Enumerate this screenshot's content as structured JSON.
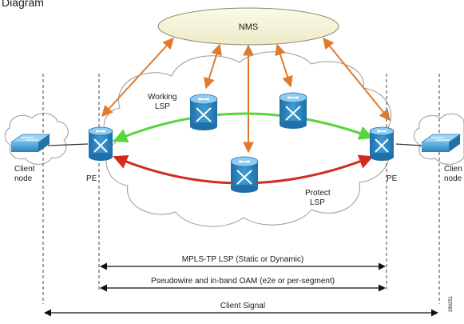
{
  "caption_fragment": "Diagram",
  "nms": {
    "label": "NMS"
  },
  "client_left": {
    "label_line1": "Client",
    "label_line2": "node"
  },
  "client_right": {
    "label_line1": "Clien",
    "label_line2": "node"
  },
  "pe_left": {
    "label": "PE"
  },
  "pe_right": {
    "label": "PE"
  },
  "working_lsp": {
    "label_line1": "Working",
    "label_line2": "LSP",
    "color": "#55d63a"
  },
  "protect_lsp": {
    "label_line1": "Protect",
    "label_line2": "LSP",
    "color": "#d42a1e"
  },
  "management_link_color": "#e07a2c",
  "spans": [
    {
      "label": "MPLS-TP LSP (Static or Dynamic)"
    },
    {
      "label": "Pseudowire and in-band OAM (e2e or per-segment)"
    },
    {
      "label": "Client Signal"
    }
  ],
  "figure_id": "280251",
  "colors": {
    "router_fill": "#2f8fc9",
    "router_top": "#7fc3ea",
    "nms_fill": "#f6f6dc",
    "cloud_stroke": "#9a9a9a"
  }
}
